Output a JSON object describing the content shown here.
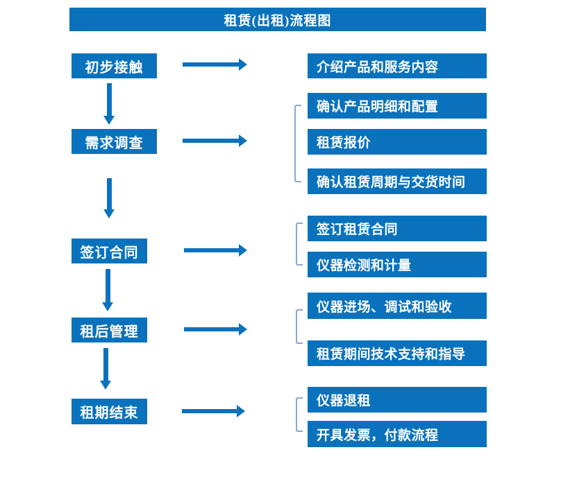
{
  "title": "租赁(出租)流程图",
  "colors": {
    "primary_blue": "#0a72bc",
    "bracket_blue": "#84a7d4",
    "text_white": "#ffffff",
    "background": "#ffffff"
  },
  "stages": [
    {
      "label": "初步接触",
      "details": [
        "介绍产品和服务内容"
      ]
    },
    {
      "label": "需求调查",
      "details": [
        "确认产品明细和配置",
        "租赁报价",
        "确认租赁周期与交货时间"
      ]
    },
    {
      "label": "签订合同",
      "details": [
        "签订租赁合同",
        "仪器检测和计量"
      ]
    },
    {
      "label": "租后管理",
      "details": [
        "仪器进场、调试和验收",
        "租赁期间技术支持和指导"
      ]
    },
    {
      "label": "租期结束",
      "details": [
        "仪器退租",
        "开具发票，付款流程"
      ]
    }
  ]
}
